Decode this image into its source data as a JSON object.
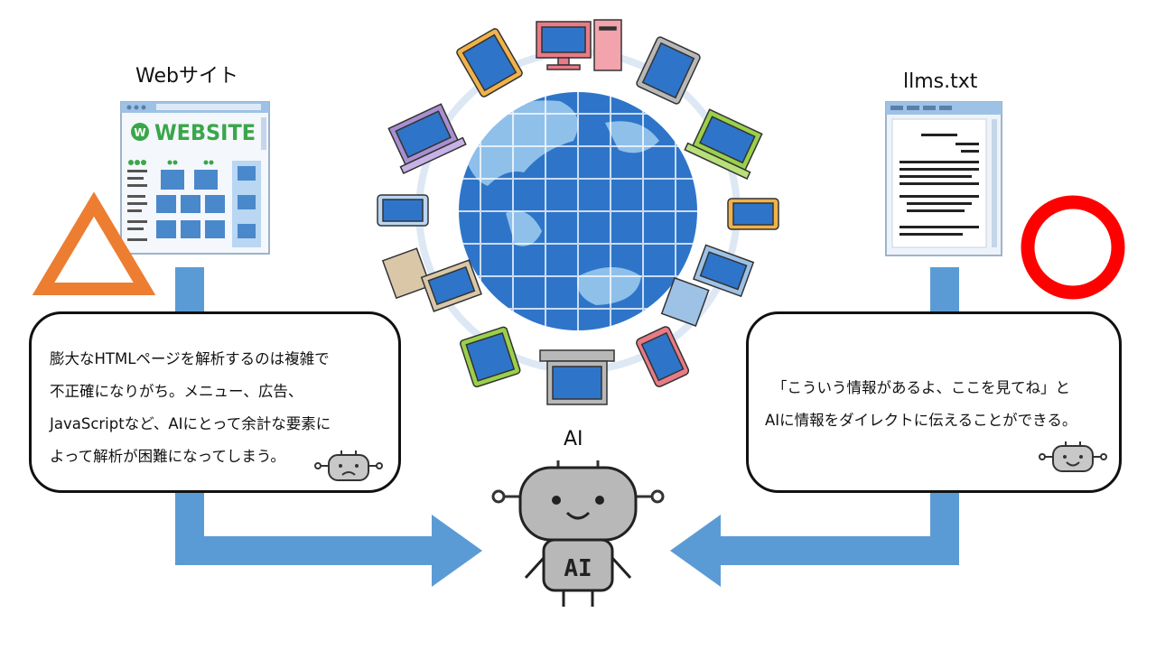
{
  "left": {
    "label": "Webサイト",
    "thumbnail_title": "WEBSITE",
    "lines": [
      "膨大なHTMLページを解析するのは複雑で",
      "不正確になりがち。メニュー、広告、",
      "JavaScriptなど、AIにとって余計な要素に",
      "よって解析が困難になってしまう。"
    ],
    "verdict_icon": "triangle-icon",
    "verdict_color": "#ed7d31"
  },
  "right": {
    "label": "llms.txt",
    "lines": [
      "「こういう情報があるよ、ここを見てね」と",
      "AIに情報をダイレクトに伝えることができる。"
    ],
    "verdict_icon": "circle-icon",
    "verdict_color": "#ff0000"
  },
  "center": {
    "label": "AI",
    "robot_badge": "AI"
  },
  "colors": {
    "arrow": "#5b9bd5",
    "globe": "#2e75c9",
    "bubble_border": "#111111"
  }
}
